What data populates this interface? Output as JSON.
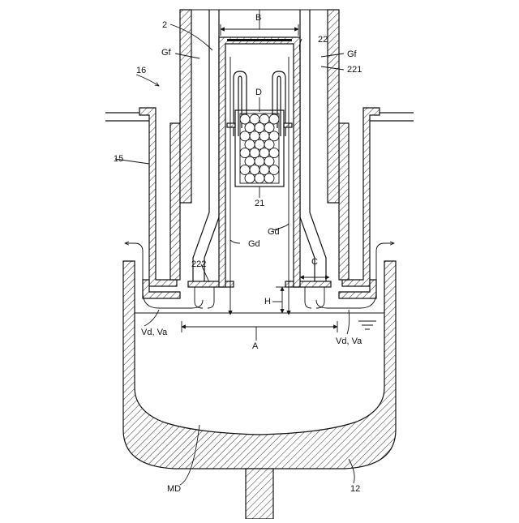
{
  "figure": {
    "labels": {
      "l2": "2",
      "lGfLeft": "Gf",
      "l16": "16",
      "lB": "B",
      "l22": "22",
      "lGfRight": "Gf",
      "l221": "221",
      "lD": "D",
      "l15": "15",
      "l21": "21",
      "lGdRight": "Gd",
      "lGdLeft": "Gd",
      "l222": "222",
      "lC": "C",
      "lH": "H",
      "lVdLeft": "Vd, Va",
      "lA": "A",
      "lVdRight": "Vd, Va",
      "lMD": "MD",
      "l12": "12"
    }
  }
}
